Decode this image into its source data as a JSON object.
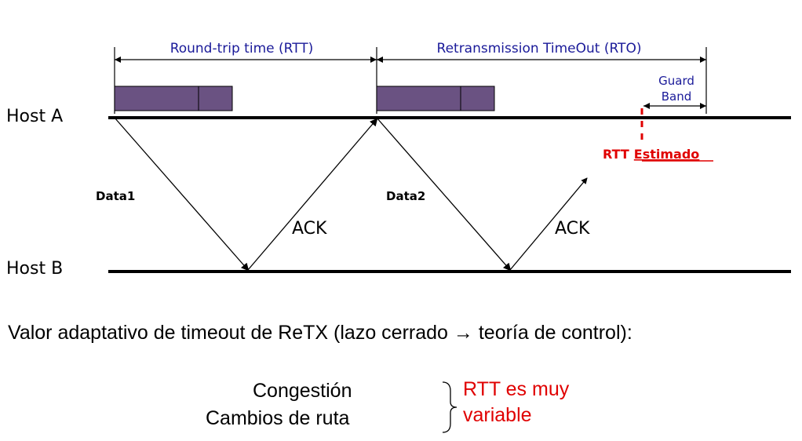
{
  "hosts": {
    "a_label": "Host A",
    "b_label": "Host B"
  },
  "spans": {
    "rtt_label": "Round-trip time (RTT)",
    "rto_label": "Retransmission TimeOut (RTO)",
    "guard_line1": "Guard",
    "guard_line2": "Band"
  },
  "messages": {
    "data1": "Data1",
    "data2": "Data2",
    "ack1": "ACK",
    "ack2": "ACK"
  },
  "estimate": {
    "rtt_word": "RTT",
    "estimado_word": "Estimado"
  },
  "text": {
    "caption": "Valor adaptativo de timeout de ReTX (lazo cerrado → teoría de control):",
    "reason1": "Congestión",
    "reason2": "Cambios de ruta",
    "conclusion_line1": "RTT es muy",
    "conclusion_line2": "variable"
  },
  "colors": {
    "packet_fill": "#6a5282",
    "span_text": "#1a1a99",
    "estimate_red": "#e00000"
  }
}
